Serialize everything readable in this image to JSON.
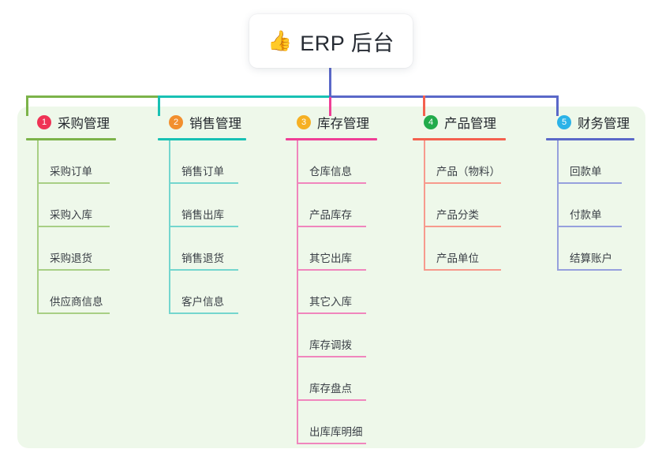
{
  "diagram": {
    "type": "mind-map",
    "root": {
      "icon": "thumbs-up-icon",
      "icon_glyph": "👍",
      "title": "ERP 后台"
    },
    "panel_color": "#eef8ea",
    "branches": [
      {
        "number": "1",
        "title": "采购管理",
        "badge_color": "#ef3355",
        "line_color": "#7cb34a",
        "item_line_color": "#a8cf85",
        "connector_color": "#7cb34a",
        "items": [
          "采购订单",
          "采购入库",
          "采购退货",
          "供应商信息"
        ]
      },
      {
        "number": "2",
        "title": "销售管理",
        "badge_color": "#f28f2e",
        "line_color": "#18c1b4",
        "item_line_color": "#74d6ce",
        "connector_color": "#18c1b4",
        "items": [
          "销售订单",
          "销售出库",
          "销售退货",
          "客户信息"
        ]
      },
      {
        "number": "3",
        "title": "库存管理",
        "badge_color": "#f6b023",
        "line_color": "#ef3f96",
        "item_line_color": "#f086bd",
        "connector_color": "#ef3f96",
        "items": [
          "仓库信息",
          "产品库存",
          "其它出库",
          "其它入库",
          "库存调拨",
          "库存盘点",
          "出库库明细"
        ]
      },
      {
        "number": "4",
        "title": "产品管理",
        "badge_color": "#22ab4b",
        "line_color": "#f4614f",
        "item_line_color": "#f79a8d",
        "connector_color": "#f4614f",
        "items": [
          "产品（物料）",
          "产品分类",
          "产品单位"
        ]
      },
      {
        "number": "5",
        "title": "财务管理",
        "badge_color": "#2bb3e8",
        "line_color": "#5a68c8",
        "item_line_color": "#96a0dd",
        "connector_color": "#5a68c8",
        "items": [
          "回款单",
          "付款单",
          "结算账户"
        ]
      }
    ],
    "trunk_color": "#5a68c8"
  }
}
